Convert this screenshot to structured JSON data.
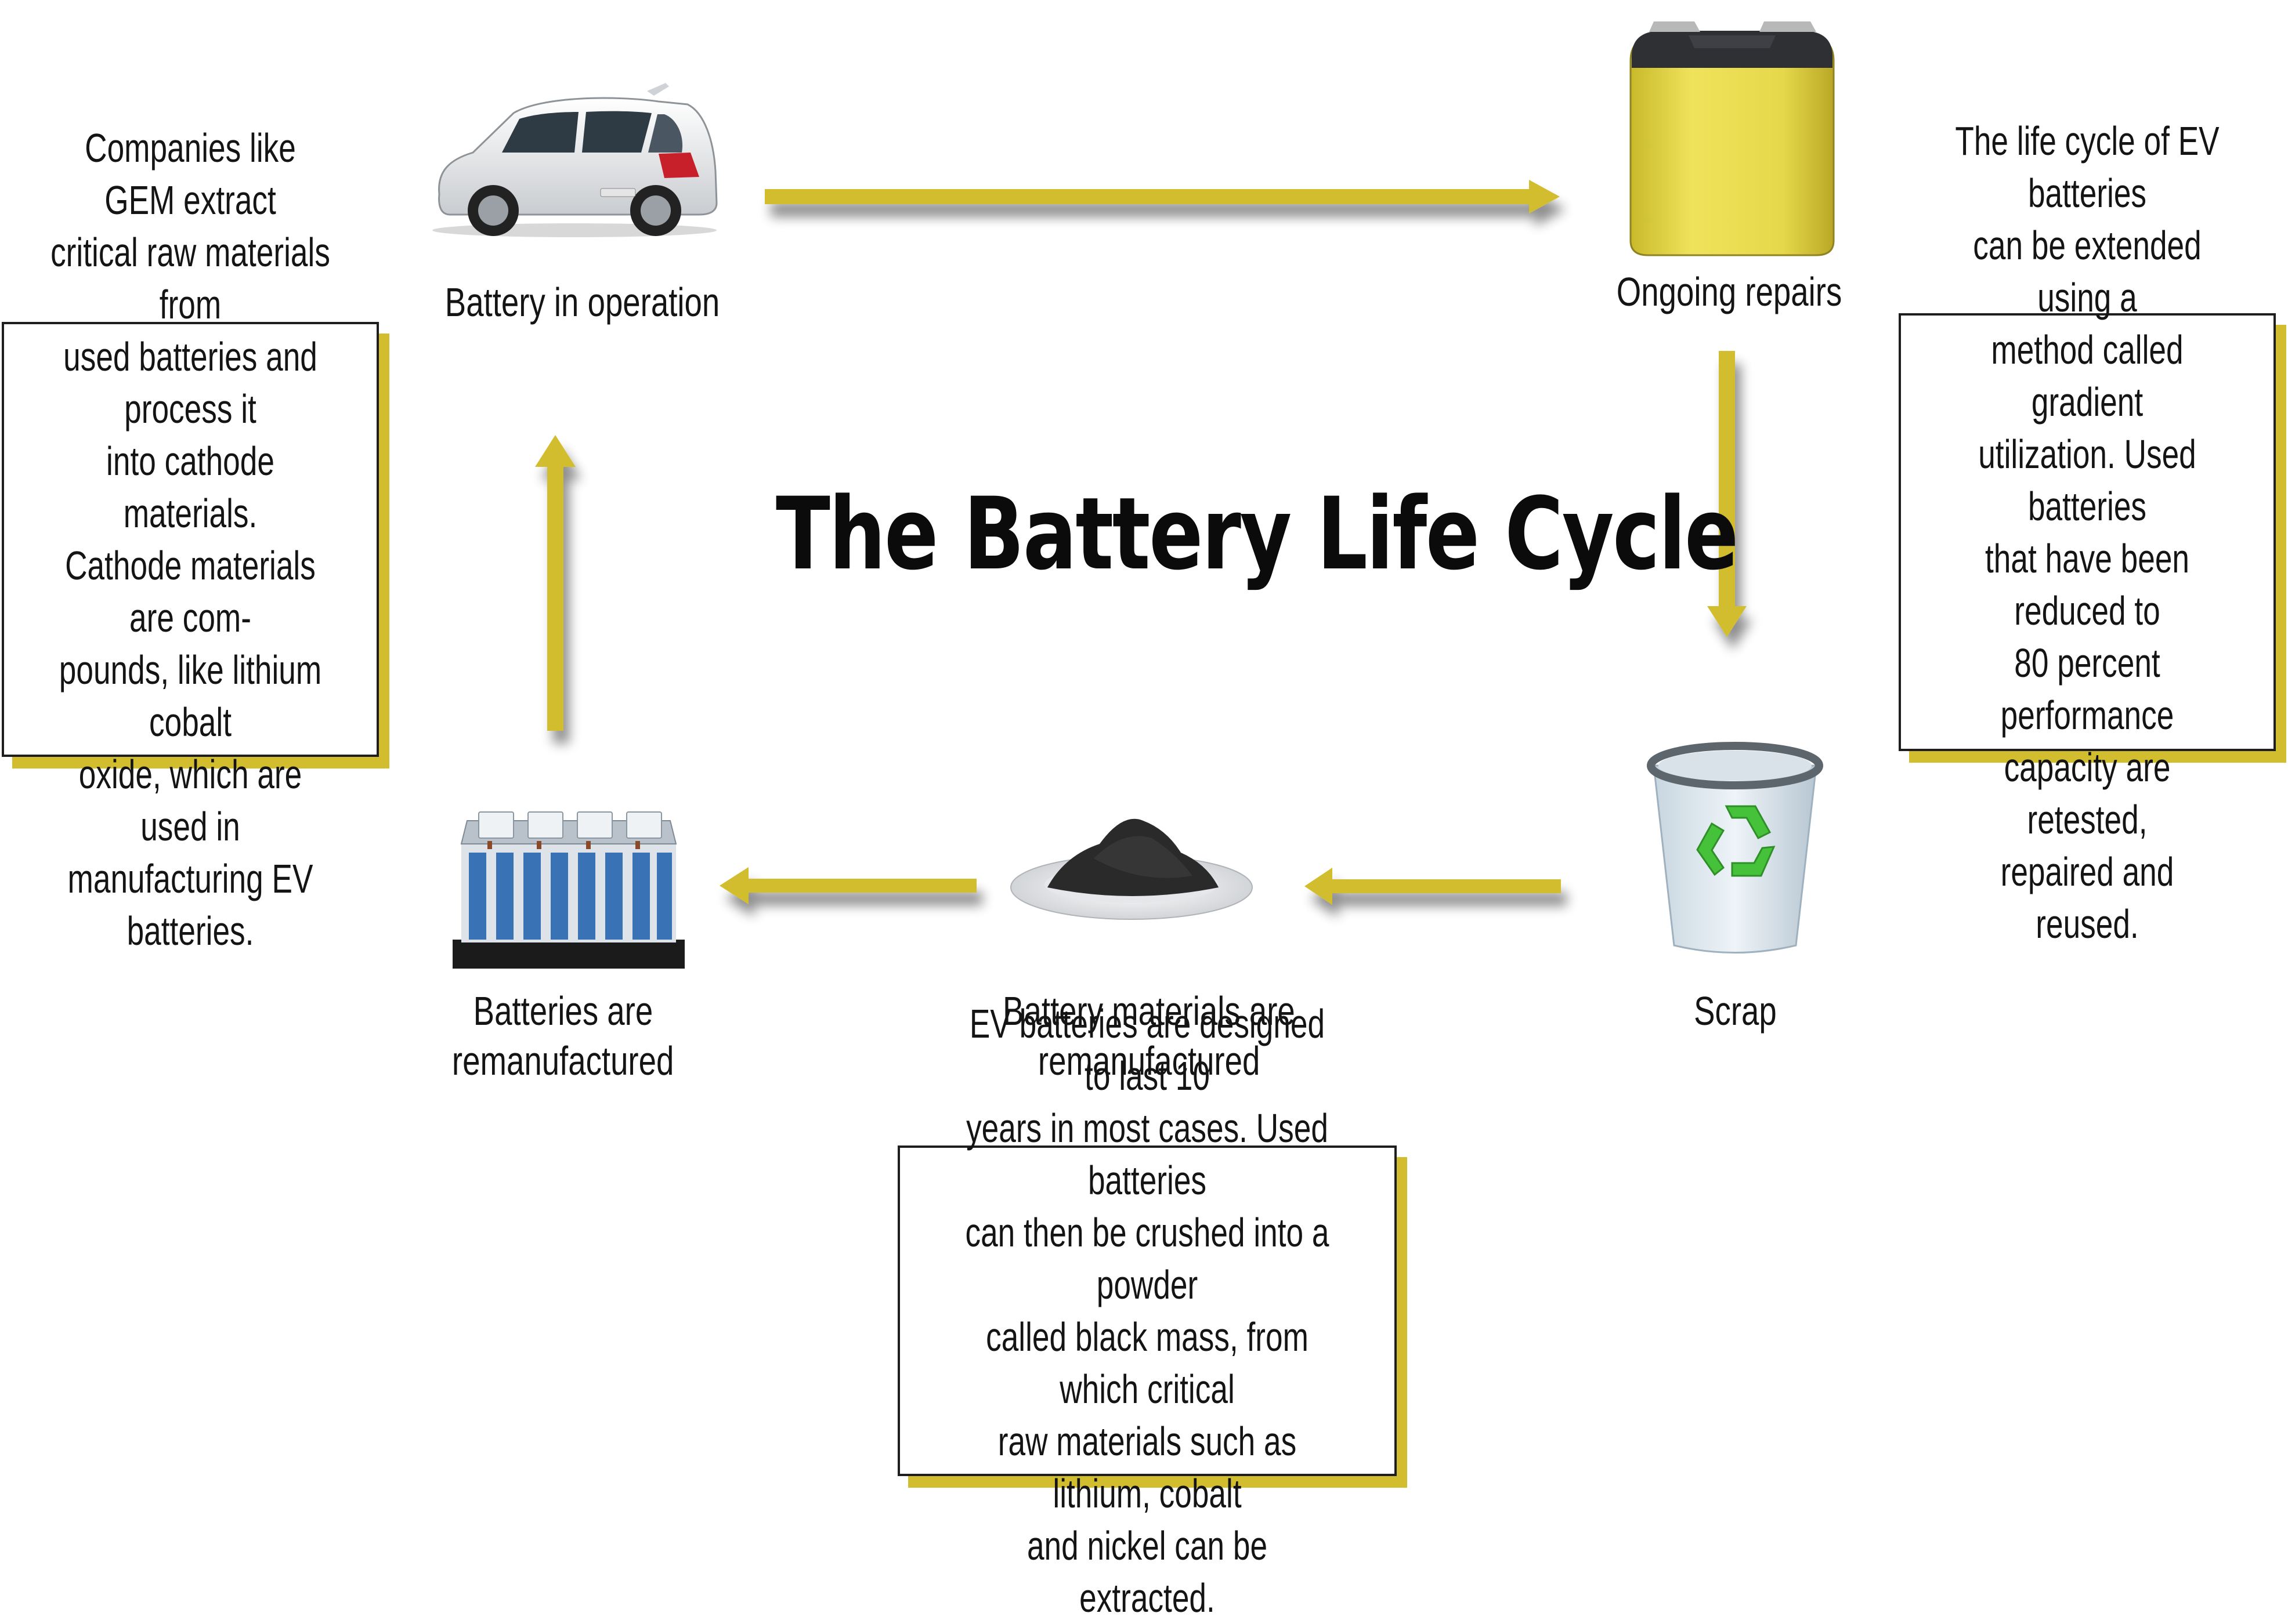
{
  "title": "The Battery Life Cycle",
  "stages": {
    "operation": "Battery in operation",
    "repairs": "Ongoing repairs",
    "scrap": "Scrap",
    "materials_line1": "Battery materials are",
    "materials_line2": "remanufactured",
    "batteries_line1": "Batteries are",
    "batteries_line2": "remanufactured"
  },
  "notes": {
    "left": "Companies like GEM extract\ncritical raw materials from\nused batteries and process it\ninto cathode materials.\nCathode materials are com-\npounds, like lithium cobalt\noxide, which are used in\nmanufacturing EV batteries.",
    "right": "The life cycle of EV batteries\ncan be extended using a\nmethod called gradient\nutilization. Used batteries\nthat have been reduced to\n80 percent performance\ncapacity are retested,\nrepaired and reused.",
    "bottom": "EV batteries are designed to last 10\nyears in most cases. Used batteries\ncan then be crushed into a powder\ncalled black mass, from which critical\nraw materials such as lithium, cobalt\nand nickel can be extracted."
  },
  "colors": {
    "arrow": "#d2bd2e",
    "box_shadow": "#d2bd2e",
    "battery_body": "#e8dc52",
    "recycle": "#46c13a"
  },
  "icons": [
    "car-icon",
    "battery-cell-icon",
    "recycle-bin-icon",
    "black-mass-powder-icon",
    "battery-pack-icon"
  ]
}
